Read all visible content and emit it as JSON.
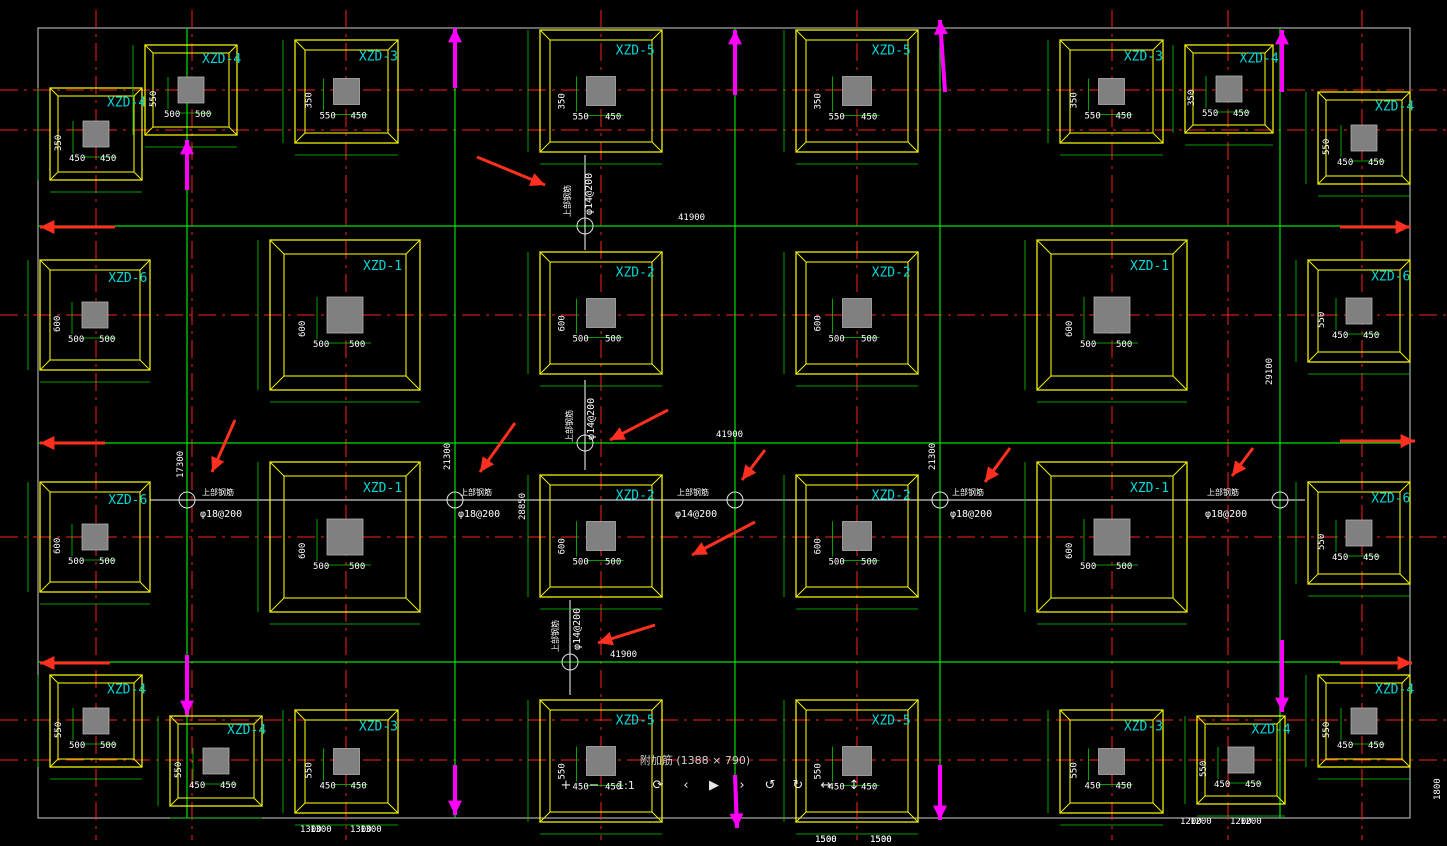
{
  "colors": {
    "background": "#000000",
    "grid_major": "#00e000",
    "axis_red": "#ff2020",
    "footing": "#f0f000",
    "dimension": "#00d000",
    "label": "#00d8d8",
    "column": "#808080",
    "arrow_magenta": "#ff00ff",
    "arrow_red": "#ff3020",
    "text_white": "#ffffff"
  },
  "footings": [
    {
      "id": "f1",
      "label": "XZD-4",
      "dims": {
        "top": "350",
        "left": "450",
        "bottom": "450"
      }
    },
    {
      "id": "f2",
      "label": "XZD-4",
      "dims": {
        "left": "550",
        "a": "500",
        "b": "500"
      }
    },
    {
      "id": "f3",
      "label": "XZD-3",
      "dims": {
        "a": "350",
        "b": "550",
        "c": "450",
        "d": "450"
      }
    },
    {
      "id": "f4",
      "label": "XZD-5",
      "dims": {
        "a": "350",
        "b": "550",
        "c": "450",
        "d": "450"
      }
    },
    {
      "id": "f5",
      "label": "XZD-5",
      "dims": {
        "a": "350",
        "b": "550",
        "c": "450",
        "d": "450"
      }
    },
    {
      "id": "f6",
      "label": "XZD-3",
      "dims": {
        "a": "350",
        "b": "550",
        "c": "450",
        "d": "450"
      }
    },
    {
      "id": "f7",
      "label": "XZD-4",
      "dims": {
        "a": "350",
        "b": "550",
        "c": "450",
        "d": "450"
      }
    },
    {
      "id": "f8",
      "label": "XZD-4",
      "dims": {
        "a": "550",
        "b": "450",
        "c": "450"
      }
    },
    {
      "id": "f9",
      "label": "XZD-6",
      "dims": {
        "a": "600",
        "b": "500",
        "c": "500"
      }
    },
    {
      "id": "f10",
      "label": "XZD-1",
      "dims": {
        "a": "600",
        "b": "500",
        "c": "500"
      }
    },
    {
      "id": "f11",
      "label": "XZD-2",
      "dims": {
        "a": "600",
        "b": "500",
        "c": "500"
      }
    },
    {
      "id": "f12",
      "label": "XZD-2",
      "dims": {
        "a": "600",
        "b": "500",
        "c": "500"
      }
    },
    {
      "id": "f13",
      "label": "XZD-1",
      "dims": {
        "a": "600",
        "b": "500",
        "c": "500"
      }
    },
    {
      "id": "f14",
      "label": "XZD-6",
      "dims": {
        "a": "550",
        "b": "450",
        "c": "450"
      }
    },
    {
      "id": "f15",
      "label": "XZD-6",
      "dims": {
        "a": "600",
        "b": "500",
        "c": "500"
      }
    },
    {
      "id": "f16",
      "label": "XZD-1",
      "dims": {
        "a": "600",
        "b": "500",
        "c": "500"
      }
    },
    {
      "id": "f17",
      "label": "XZD-2",
      "dims": {
        "a": "600",
        "b": "500",
        "c": "500"
      }
    },
    {
      "id": "f18",
      "label": "XZD-2",
      "dims": {
        "a": "600",
        "b": "500",
        "c": "500"
      }
    },
    {
      "id": "f19",
      "label": "XZD-1",
      "dims": {
        "a": "600",
        "b": "500",
        "c": "500"
      }
    },
    {
      "id": "f20",
      "label": "XZD-6",
      "dims": {
        "a": "550",
        "b": "450",
        "c": "450"
      }
    },
    {
      "id": "f21",
      "label": "XZD-4",
      "dims": {
        "a": "550",
        "b": "500",
        "c": "500"
      }
    },
    {
      "id": "f22",
      "label": "XZD-4",
      "dims": {
        "a": "550",
        "b": "450",
        "c": "450"
      }
    },
    {
      "id": "f23",
      "label": "XZD-3",
      "dims": {
        "a": "550",
        "b": "450",
        "c": "450"
      }
    },
    {
      "id": "f24",
      "label": "XZD-5",
      "dims": {
        "a": "550",
        "b": "450",
        "c": "450"
      }
    },
    {
      "id": "f25",
      "label": "XZD-5",
      "dims": {
        "a": "550",
        "b": "450",
        "c": "450"
      }
    },
    {
      "id": "f26",
      "label": "XZD-3",
      "dims": {
        "a": "550",
        "b": "450",
        "c": "450"
      }
    },
    {
      "id": "f27",
      "label": "XZD-4",
      "dims": {
        "a": "550",
        "b": "450",
        "c": "450"
      }
    },
    {
      "id": "f28",
      "label": "XZD-4",
      "dims": {
        "a": "550",
        "b": "450",
        "c": "450"
      }
    }
  ],
  "beam_labels": [
    {
      "id": "b1",
      "main": "φ18@200",
      "sub": "上部钢筋"
    },
    {
      "id": "b2",
      "main": "φ18@200",
      "sub": "上部钢筋"
    },
    {
      "id": "b3",
      "main": "φ14@200",
      "sub": "上部钢筋"
    },
    {
      "id": "b4",
      "main": "φ18@200",
      "sub": "上部钢筋"
    },
    {
      "id": "b5",
      "main": "φ18@200",
      "sub": "上部钢筋"
    },
    {
      "id": "b6",
      "main": "φ14@200",
      "sub": "上部钢筋"
    },
    {
      "id": "b7",
      "main": "φ14@200",
      "sub": "上部钢筋"
    },
    {
      "id": "b8",
      "main": "φ14@200",
      "sub": "上部钢筋"
    }
  ],
  "span_labels": [
    "41900",
    "41900",
    "41900",
    "29100",
    "21300",
    "21300",
    "17300",
    "28850",
    "1800"
  ],
  "bottom_dims": [
    "1300",
    "1300",
    "1300",
    "1300",
    "1200",
    "1200",
    "1500",
    "1500",
    "1200",
    "1200",
    "1500",
    "1500"
  ],
  "viewer": {
    "caption": "附加筋 (1388 × 790)",
    "buttons": [
      {
        "name": "zoom-in-button",
        "glyph": "+"
      },
      {
        "name": "zoom-out-button",
        "glyph": "−"
      },
      {
        "name": "actual-size-button",
        "glyph": "1:1"
      },
      {
        "name": "reset-button",
        "glyph": "⟳"
      },
      {
        "name": "prev-button",
        "glyph": "‹"
      },
      {
        "name": "play-button",
        "glyph": "▶"
      },
      {
        "name": "next-button",
        "glyph": "›"
      },
      {
        "name": "rotate-left-button",
        "glyph": "↺"
      },
      {
        "name": "rotate-right-button",
        "glyph": "↻"
      },
      {
        "name": "flip-horizontal-button",
        "glyph": "↔"
      },
      {
        "name": "flip-vertical-button",
        "glyph": "↕"
      }
    ]
  }
}
